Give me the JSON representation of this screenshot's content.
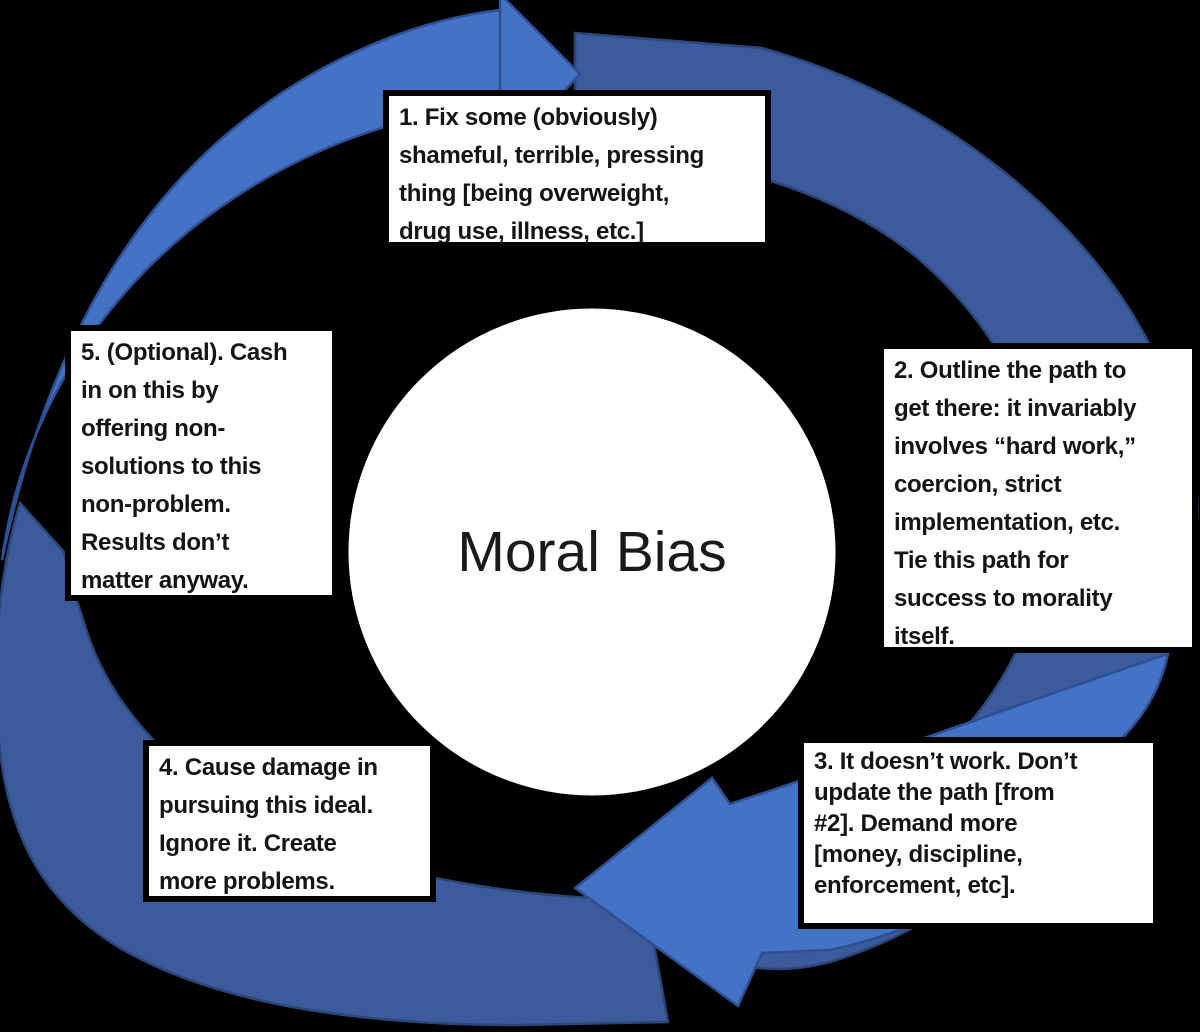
{
  "diagram_type": "cycle",
  "center_label": "Moral Bias",
  "colors": {
    "background": "#000000",
    "light_arrow": "#4472C4",
    "light_arrow_edge": "#2E4F93",
    "dark_arrow": "#3B5B9D",
    "dark_arrow_edge": "#2C4678",
    "box_background": "#FFFFFF",
    "box_border": "#000000",
    "text": "#141414",
    "circle_fill": "#FFFFFF",
    "circle_outline": "#000000"
  },
  "arrows": [
    {
      "name": "light-left-swoosh",
      "description": "light blue arc sweeping up the left side, arrowhead at top pointing right"
    },
    {
      "name": "dark-right-swoosh",
      "description": "dark blue arc from top-center sweeping clockwise down the right side"
    },
    {
      "name": "dark-bottom-left-swoosh",
      "description": "dark blue arc along bottom-left, ending behind box 5"
    },
    {
      "name": "light-bottom-arrow",
      "description": "light blue block arrow along the bottom pointing left"
    }
  ],
  "steps": [
    {
      "id": "1",
      "text": "1. Fix some (obviously)\nshameful, terrible, pressing\nthing [being overweight,\ndrug use, illness, etc.]"
    },
    {
      "id": "2",
      "text": "2. Outline the path to\nget there: it invariably\ninvolves “hard work,”\ncoercion, strict\nimplementation, etc.\nTie this path for\nsuccess to morality\nitself."
    },
    {
      "id": "3",
      "text": "3. It doesn’t work. Don’t\nupdate the path [from\n#2]. Demand more\n[money, discipline,\nenforcement, etc]."
    },
    {
      "id": "4",
      "text": "4. Cause damage in\npursuing this ideal.\nIgnore it. Create\nmore problems."
    },
    {
      "id": "5",
      "text": "5. (Optional). Cash\nin on this by\noffering non-\nsolutions to this\nnon-problem.\nResults don’t\nmatter anyway."
    }
  ]
}
